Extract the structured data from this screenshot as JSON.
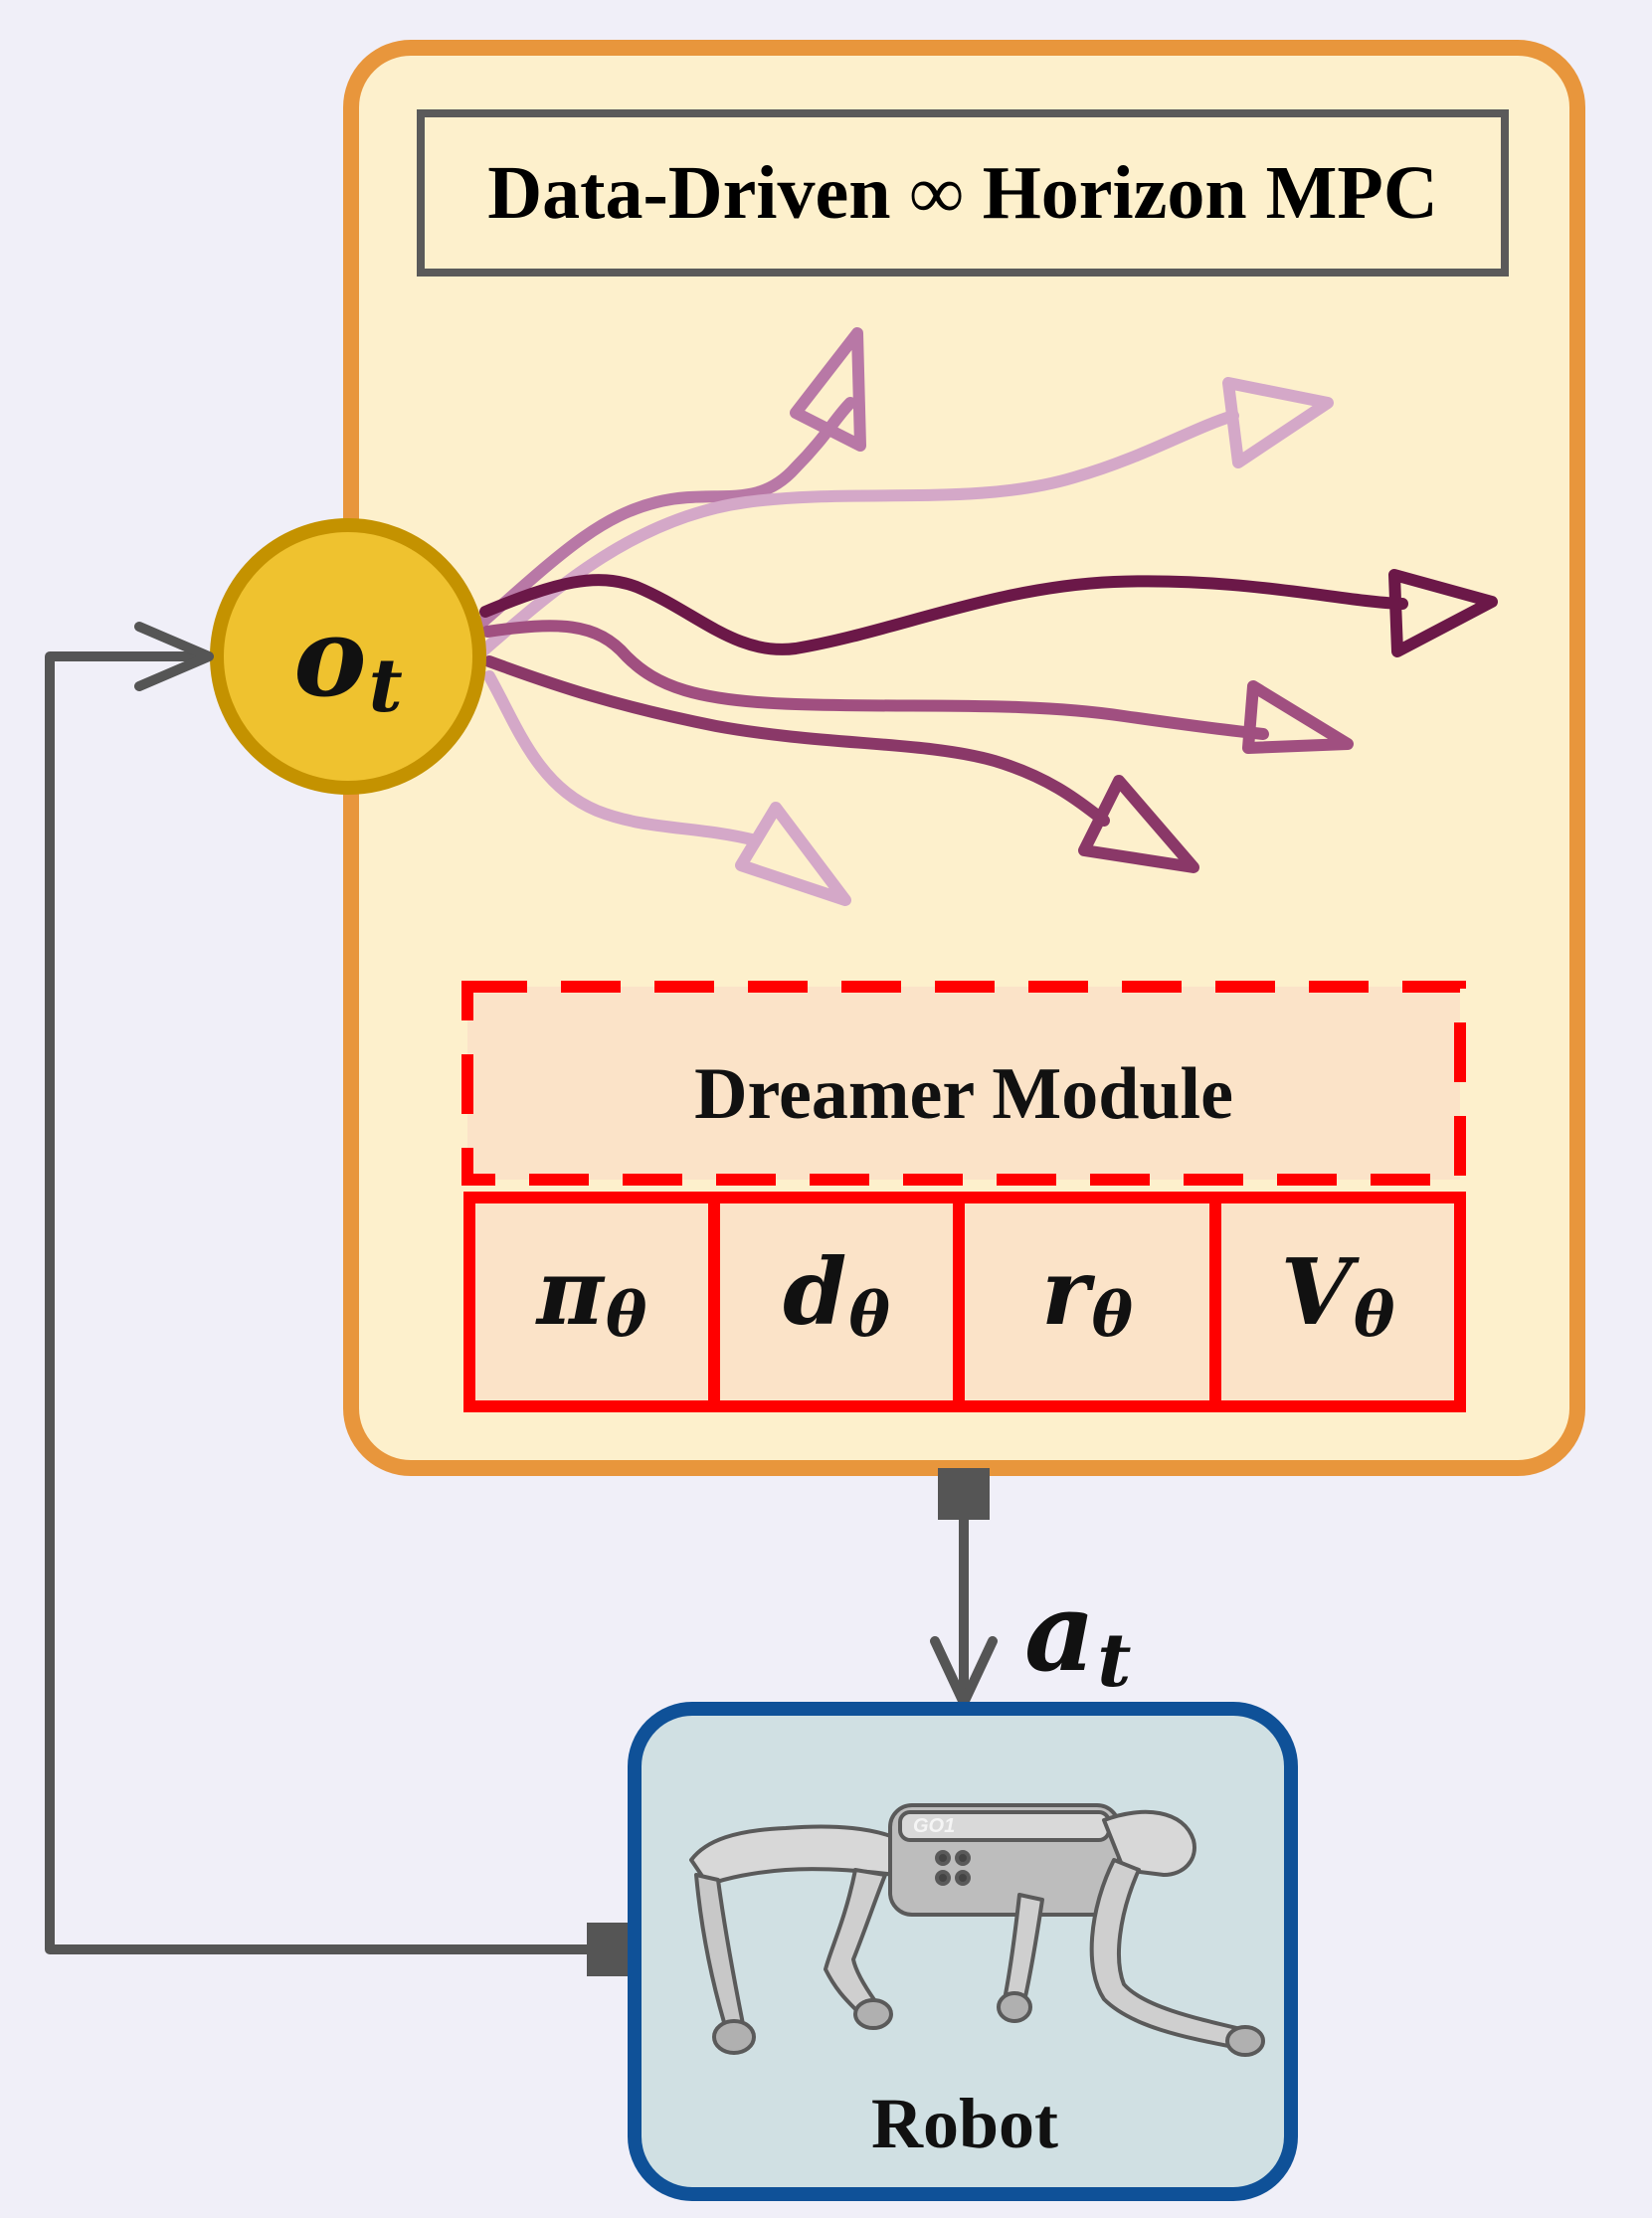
{
  "mpc_block": {
    "title": "Data-Driven ∞ Horizon MPC"
  },
  "dreamer": {
    "label": "Dreamer Module",
    "components": [
      {
        "symbol": "π",
        "subscript": "θ"
      },
      {
        "symbol": "d",
        "subscript": "θ"
      },
      {
        "symbol": "r",
        "subscript": "θ"
      },
      {
        "symbol": "V",
        "subscript": "θ"
      }
    ]
  },
  "observation": {
    "symbol": "o",
    "subscript": "t"
  },
  "action": {
    "symbol": "a",
    "subscript": "t"
  },
  "robot": {
    "label": "Robot",
    "model_badge": "GO1"
  },
  "colors": {
    "background": "#f0eff8",
    "mpc_fill": "#fdf0cc",
    "mpc_border": "#e8963c",
    "observation_fill": "#efc22f",
    "observation_border": "#c49200",
    "dreamer_border": "#ff0000",
    "dreamer_fill": "#fbe3c8",
    "robot_fill": "#d0e0e3",
    "robot_border": "#0f5198",
    "connector": "#555555",
    "trajectories": [
      "#6b1848",
      "#8a3868",
      "#a04f80",
      "#b878a6",
      "#d4a8c8"
    ]
  }
}
